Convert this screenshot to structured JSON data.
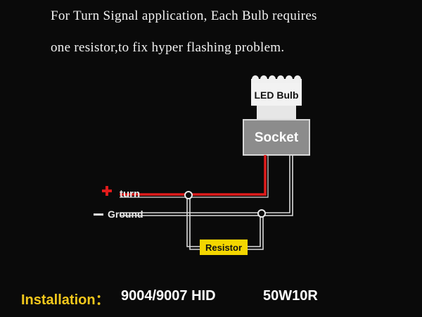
{
  "intro": {
    "line1": "For Turn Signal application, Each Bulb requires",
    "line2": "one resistor,to fix hyper flashing problem."
  },
  "diagram": {
    "bulb_label": "LED Bulb",
    "socket_label": "Socket",
    "resistor_label": "Resistor",
    "turn_label": "turn",
    "ground_label": "Ground",
    "colors": {
      "turn_wire": "#e01b1b",
      "ground_wire": "#d9d9d9",
      "socket_fill": "#8c8c8c",
      "resistor_fill": "#f4d600",
      "background": "#0a0a0a"
    }
  },
  "installation": {
    "label": "Installation：",
    "model": "9004/9007 HID",
    "code": "50W10R"
  }
}
